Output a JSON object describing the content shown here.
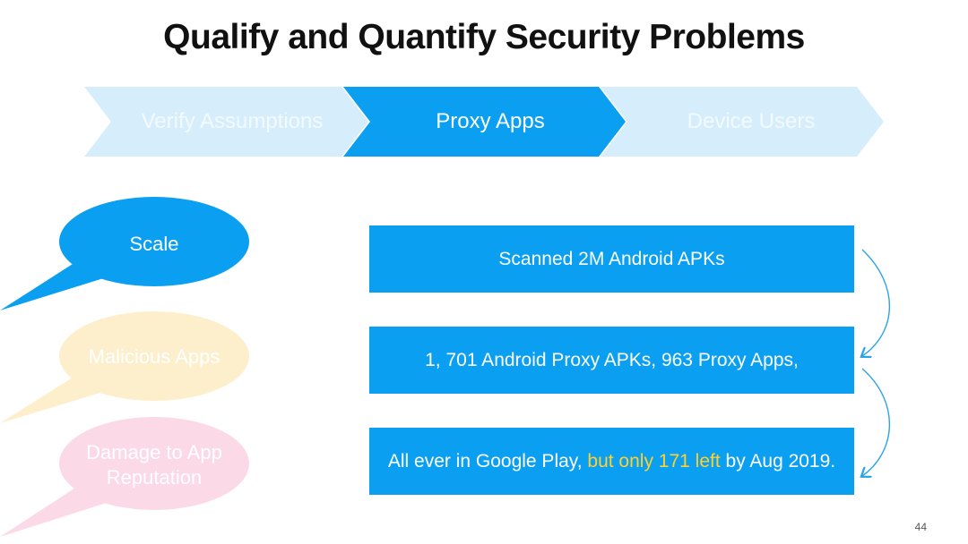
{
  "slide": {
    "title": "Qualify and Quantify Security Problems",
    "page_number": "44"
  },
  "steps": [
    {
      "label": "Verify Assumptions",
      "state": "inactive"
    },
    {
      "label": "Proxy Apps",
      "state": "active"
    },
    {
      "label": "Device Users",
      "state": "inactive"
    }
  ],
  "bubbles": [
    {
      "label": "Scale",
      "color": "#0a9ff0"
    },
    {
      "label": "Malicious Apps",
      "color": "#fdefcc"
    },
    {
      "label_line1": "Damage to App",
      "label_line2": "Reputation",
      "color": "#fbd9e6"
    }
  ],
  "findings": {
    "box1": "Scanned 2M Android APKs",
    "box2": "1, 701 Android Proxy APKs, 963 Proxy Apps,",
    "box3_part1": "All ever in Google Play, ",
    "box3_highlight": "but only 171 left",
    "box3_part2": " by Aug 2019."
  },
  "colors": {
    "primary": "#0a9ff0",
    "light": "#d6eefb",
    "highlight": "#ffd02e"
  }
}
